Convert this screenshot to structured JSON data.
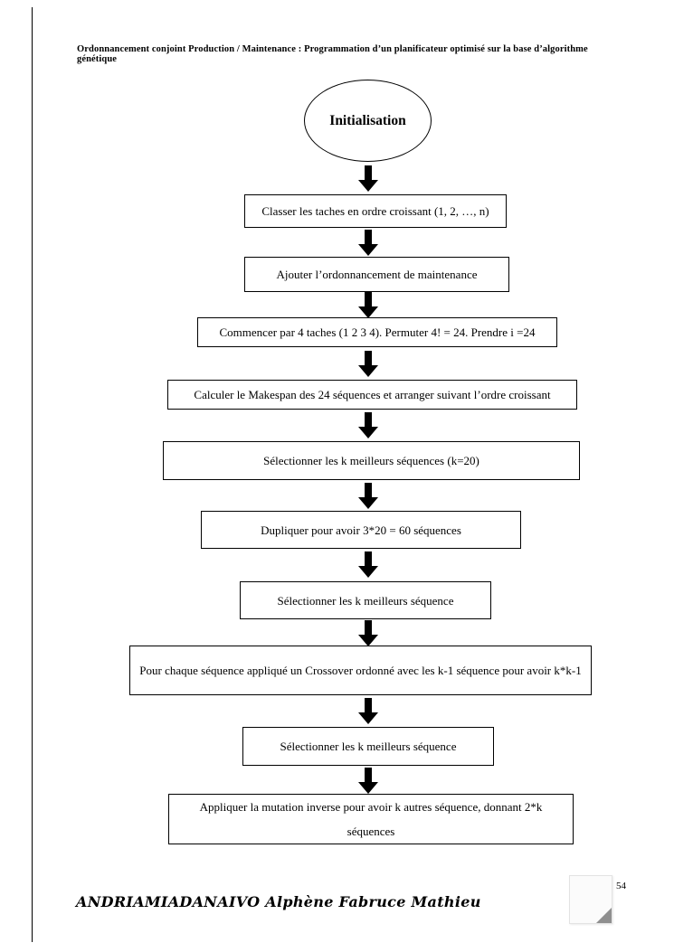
{
  "document": {
    "header": "Ordonnancement conjoint Production / Maintenance : Programmation d’un planificateur optimisé sur la base d’algorithme génétique",
    "footer_author": "ANDRIAMIADANAIVO Alphène Fabruce Mathieu",
    "page_number": "54"
  },
  "flowchart": {
    "type": "flowchart",
    "start": "Initialisation",
    "steps": [
      "Classer les taches en ordre croissant (1, 2, …, n)",
      "Ajouter l’ordonnancement de maintenance",
      "Commencer par 4 taches (1 2 3 4). Permuter 4! = 24. Prendre i =24",
      "Calculer le Makespan des 24 séquences et arranger suivant l’ordre croissant",
      "Sélectionner les k meilleurs séquences (k=20)",
      "Dupliquer pour avoir 3*20 = 60 séquences",
      "Sélectionner les k meilleurs séquence",
      "Pour chaque séquence appliqué un Crossover ordonné avec les k-1 séquence pour avoir k*k-1",
      "Sélectionner les k meilleurs séquence",
      "Appliquer la mutation inverse pour avoir k autres séquence, donnant 2*k séquences"
    ]
  }
}
